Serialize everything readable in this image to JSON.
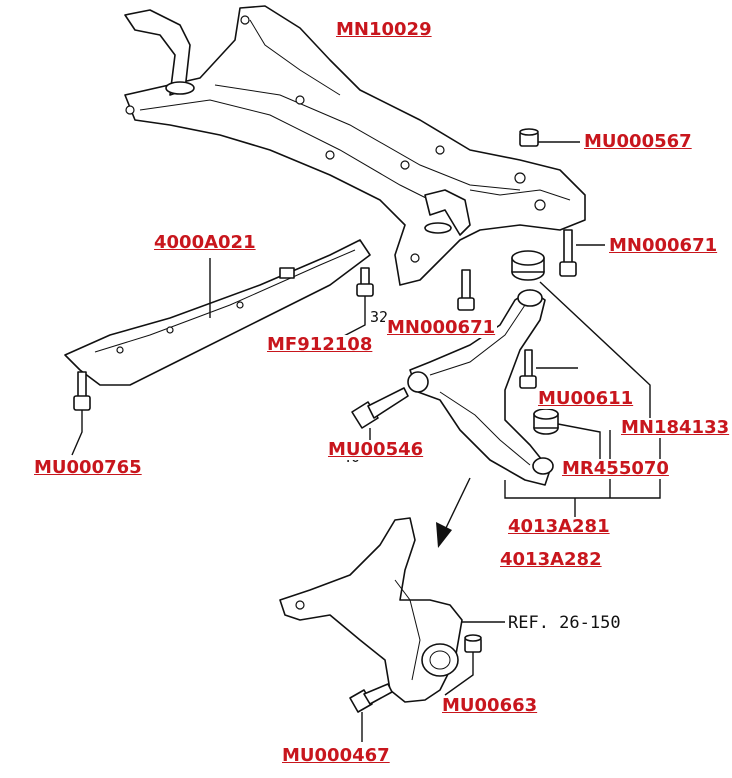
{
  "labels": {
    "mn10029": "MN10029",
    "mu000567": "MU000567",
    "mn000671_a": "MN000671",
    "l4000a021": "4000A021",
    "mf912108": "MF912108",
    "mn000671_b": "MN000671",
    "mu00611": "MU00611",
    "mn184133": "MN184133",
    "mu00546": "MU00546",
    "mr455070": "MR455070",
    "mu000765": "MU000765",
    "l4013a281": "4013A281",
    "l4013a282": "4013A282",
    "mu00663": "MU00663",
    "mu000467": "MU000467"
  },
  "refs": {
    "ref_26_150": "REF. 26-150"
  },
  "colors": {
    "label_red": "#c8161d",
    "line": "#111111"
  }
}
